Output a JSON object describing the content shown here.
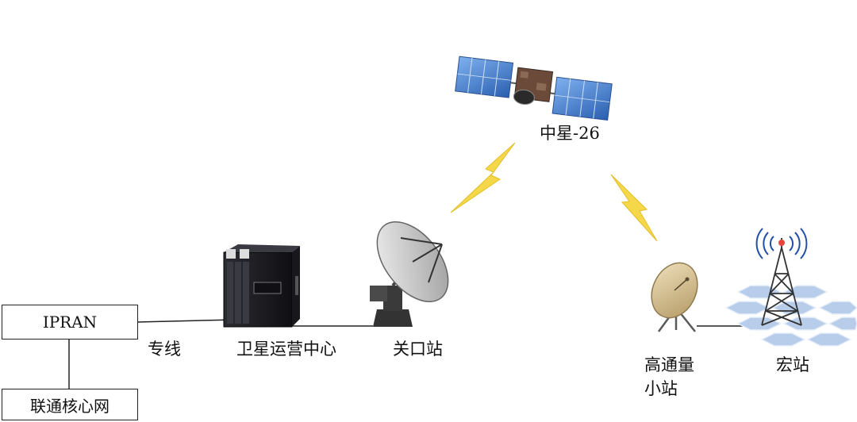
{
  "nodes": {
    "ipran": "IPRAN",
    "core_network": "联通核心网",
    "dedicated_line": "专线",
    "satellite_ops_center": "卫星运营中心",
    "gateway_station": "关口站",
    "satellite": "中星-26",
    "small_station_line1": "高通量",
    "small_station_line2": "小站",
    "macro_station": "宏站"
  },
  "colors": {
    "line": "#222222",
    "lightning": "#f5d84a",
    "panel": "#3f7fd0",
    "dish": "#d8c49a",
    "cell": "#b7cdea",
    "tower": "#444444",
    "server": "#1f1f24"
  }
}
